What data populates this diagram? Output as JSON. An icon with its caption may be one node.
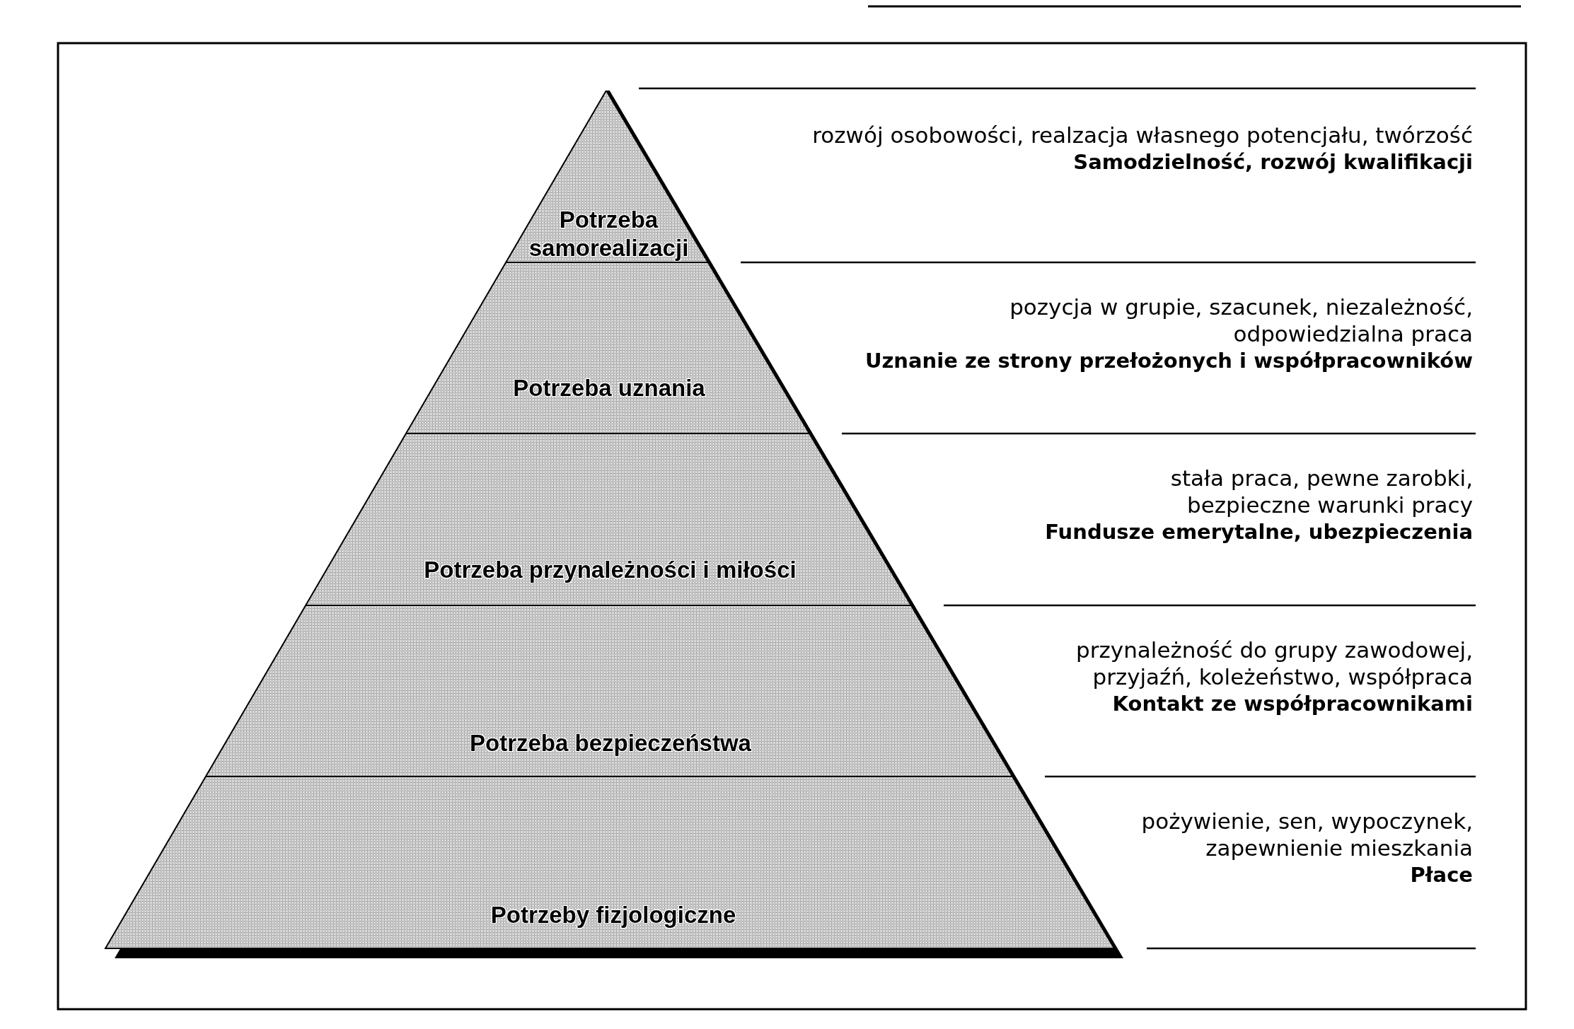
{
  "diagram": {
    "nodes": [
      {
        "text": [
          "Potrzeba samorealizacji"
        ],
        "beside": [
          "rozwój osobowości, realzacja własnego potencjału, twórzość",
          "Samodzielność, rozwój kwalifikacji"
        ]
      },
      {
        "text": [
          "Potrzeba uznania"
        ],
        "beside": [
          "pozycja w grupie, szacunek, niezależność, odpowiedzialna praca",
          "Uznanie ze strony przełożonych i współpracowników"
        ]
      },
      {
        "text": [
          "Potrzeba przynależności i miłości"
        ],
        "beside": [
          "stała praca, pewne zarobki, bezpieczne warunki pracy",
          "Fundusze emerytalne, ubezpieczenia"
        ]
      },
      {
        "text": [
          "Potrzeba bezpieczeństwa"
        ],
        "beside": [
          "przynależność do grupy zawodowej, przyjaźń, koleżeństwo, współpraca",
          "Kontakt ze współpracownikami"
        ]
      },
      {
        "text": [
          "Potrzeby fizjologiczne"
        ],
        "beside": [
          "pożywienie, sen, wypoczynek, zapewnienie mieszkania",
          "Płace"
        ]
      }
    ]
  }
}
